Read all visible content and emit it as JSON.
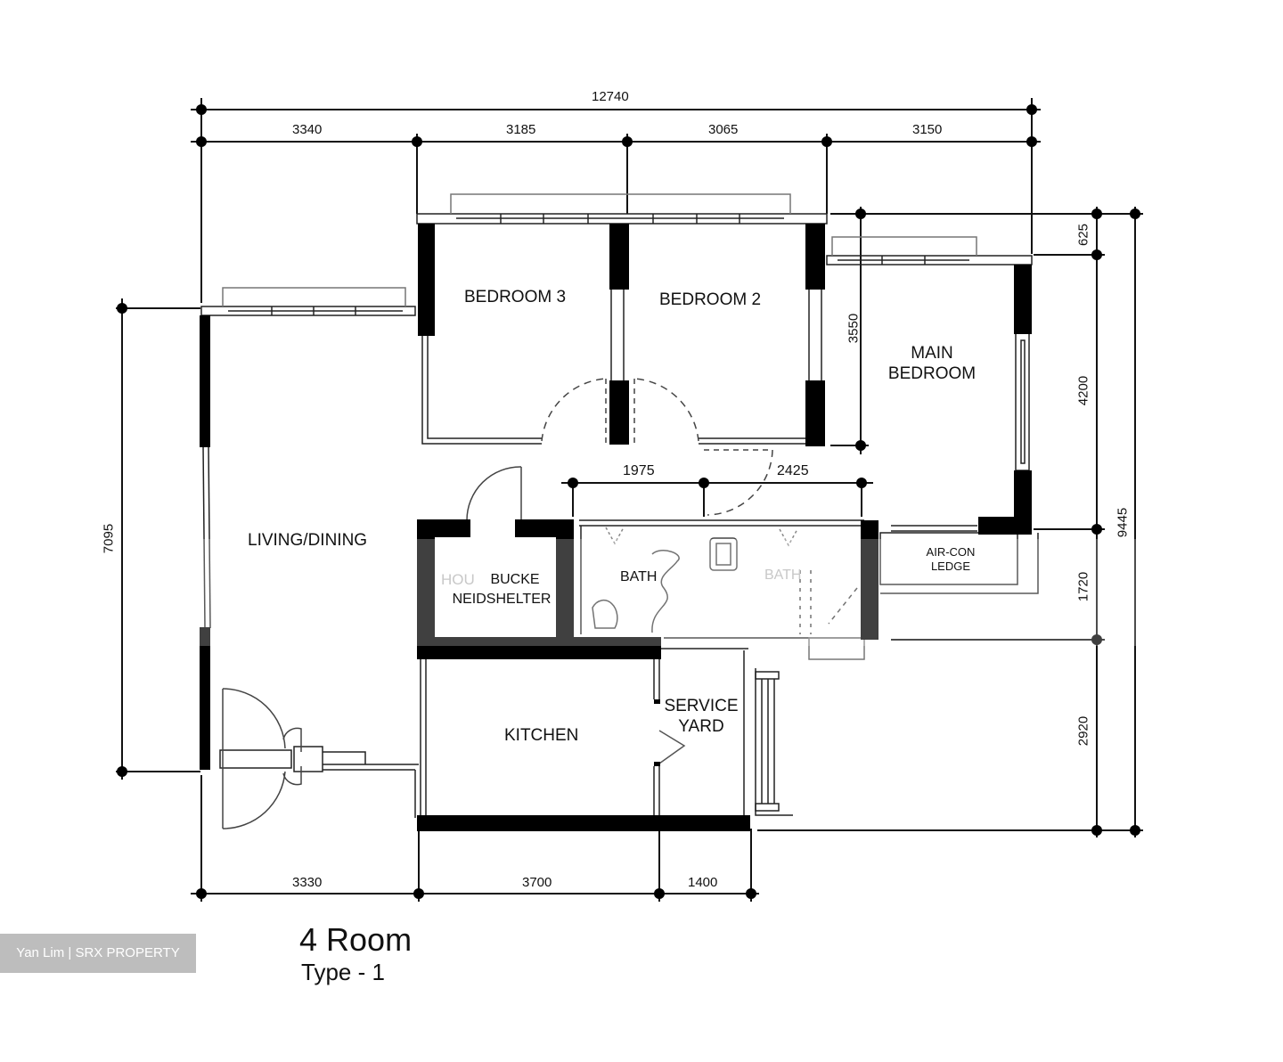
{
  "plan": {
    "title": "4 Room",
    "subtitle": "Type - 1",
    "watermark": "Yan Lim | SRX PROPERTY",
    "rooms": {
      "bedroom3": "BEDROOM 3",
      "bedroom2": "BEDROOM 2",
      "main_bedroom_line1": "MAIN",
      "main_bedroom_line2": "BEDROOM",
      "living_dining": "LIVING/DINING",
      "kitchen": "KITCHEN",
      "service_yard_line1": "SERVICE",
      "service_yard_line2": "YARD",
      "household_shelter_line1": "BUCKE",
      "household_shelter_line2": "NEIDSHELTER",
      "household_shelter_faint": "HOU",
      "bath1": "BATH",
      "bath2": "BATH",
      "aircon_line1": "AIR-CON",
      "aircon_line2": "LEDGE"
    },
    "dimensions": {
      "top_total": "12740",
      "top_segments": [
        "3340",
        "3185",
        "3065",
        "3150"
      ],
      "bottom_segments": [
        "3330",
        "3700",
        "1400"
      ],
      "inner_segments": [
        "1975",
        "2425"
      ],
      "left_height": "7095",
      "bedroom_height": "3550",
      "right_625": "625",
      "right_4200": "4200",
      "right_mid": "1720",
      "right_2920": "2920",
      "right_total": "9445"
    },
    "colors": {
      "wall": "#000000",
      "line": "#222222",
      "light_line": "#555555",
      "background": "#ffffff",
      "watermark_bg": "#bdbdbd"
    }
  }
}
